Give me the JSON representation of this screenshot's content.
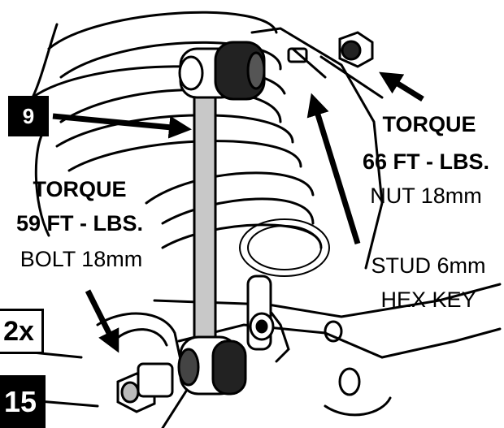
{
  "callout": {
    "number": "9"
  },
  "torque_right": {
    "line1": "TORQUE",
    "line2": "66 FT - LBS.",
    "line3": "NUT 18mm"
  },
  "torque_left": {
    "line1": "TORQUE",
    "line2": "59 FT - LBS.",
    "line3": "BOLT 18mm"
  },
  "stud": {
    "line1": "STUD 6mm",
    "line2": "HEX KEY"
  },
  "quantity_badge": "2x",
  "step_badge": "15",
  "colors": {
    "ink": "#000000",
    "link_gray": "#c8c8c8",
    "badge_bg": "#000000"
  }
}
